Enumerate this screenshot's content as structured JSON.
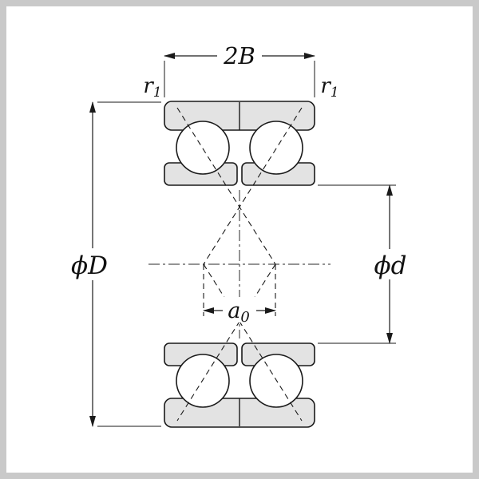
{
  "labels": {
    "width": "2B",
    "chamfer_left": {
      "base": "r",
      "sub": "1"
    },
    "chamfer_right": {
      "base": "r",
      "sub": "1"
    },
    "outer_diameter": "ϕD",
    "bore_diameter": "ϕd",
    "load_center_distance": {
      "base": "a",
      "sub": "0"
    }
  },
  "colors": {
    "ring_fill": "#e3e3e3",
    "stroke": "#1a1a1a",
    "frame": "#c9c9c9",
    "background": "#ffffff"
  }
}
